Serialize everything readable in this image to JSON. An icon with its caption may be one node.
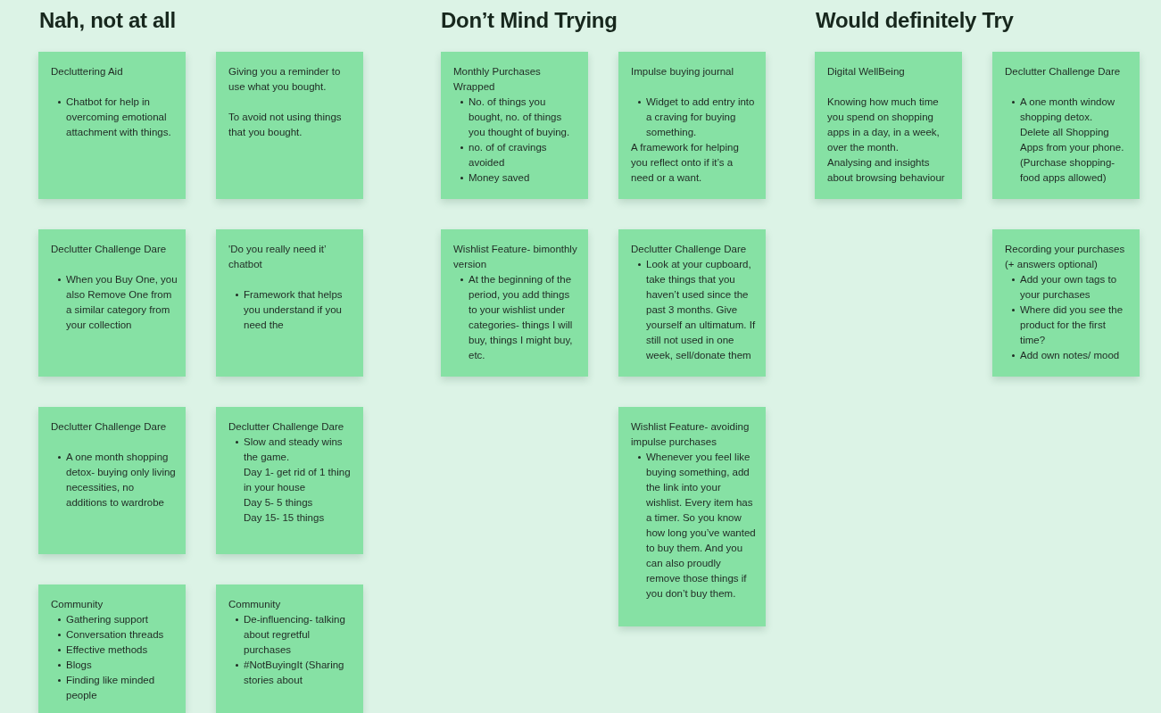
{
  "diagram": {
    "labels": [
      "Nah, not at all",
      "Don’t Mind Trying",
      "Would definitely Try"
    ],
    "nodes": [
      {
        "text": [
          "Decluttering Aid",
          "Chatbot for help in overcoming emotional attachment with things."
        ]
      },
      {
        "text": [
          "Giving you a reminder to use what you bought.",
          "To avoid not using things that you bought."
        ]
      },
      {
        "text": [
          "Declutter Challenge Dare",
          "When you Buy One, you also Remove One from a similar category from your collection"
        ]
      },
      {
        "text": [
          "'Do you really need it’ chatbot",
          "Framework that helps you understand if you need the"
        ]
      },
      {
        "text": [
          "Declutter Challenge Dare",
          "A one month shopping detox- buying only living necessities, no additions to wardrobe"
        ]
      },
      {
        "text": [
          "Declutter Challenge Dare",
          "Slow and steady wins the game.",
          "Day 1- get rid of 1 thing in your house",
          "Day 5- 5 things",
          "Day 15- 15 things"
        ]
      },
      {
        "text": [
          "Community",
          "Gathering support",
          "Conversation threads",
          "Effective methods",
          "Blogs",
          "Finding like minded people"
        ]
      },
      {
        "text": [
          "Community",
          "De-influencing- talking about regretful purchases",
          "#NotBuyingIt (Sharing stories about"
        ]
      },
      {
        "text": [
          "Monthly Purchases Wrapped",
          "No. of things you bought, no. of things you thought of buying.",
          "no. of of cravings avoided",
          "Money saved"
        ]
      },
      {
        "text": [
          "Impulse buying journal",
          "Widget to add entry into a craving for buying something.",
          "A framework for helping you reflect onto if it’s a need or a want."
        ]
      },
      {
        "text": [
          "Wishlist Feature- bimonthly version",
          "At the beginning of the period, you add things to your wishlist under categories- things I will buy, things I might buy, etc."
        ]
      },
      {
        "text": [
          "Declutter Challenge Dare",
          "Look at your cupboard, take things that you haven’t used since the past 3 months. Give yourself an ultimatum. If still not used in one week, sell/donate them"
        ]
      },
      {
        "text": [
          "Wishlist Feature- avoiding impulse purchases",
          "Whenever you feel like buying something, add the link into your wishlist. Every item has a timer. So you know how long you’ve wanted to buy them. And you can also proudly remove those things if you don’t buy them."
        ]
      },
      {
        "text": [
          "Digital WellBeing",
          "Knowing how much time you spend on shopping apps in a day, in a week, over the month.",
          "Analysing and insights about browsing behaviour"
        ]
      },
      {
        "text": [
          "Declutter Challenge Dare",
          "A one month window shopping detox.",
          "Delete all Shopping Apps from your phone.",
          "(Purchase shopping-food apps allowed)"
        ]
      },
      {
        "text": [
          "Recording your purchases (+ answers optional)",
          "Add your own tags to your purchases",
          "Where did you see the product for the first time?",
          "Add own notes/ mood"
        ]
      }
    ]
  }
}
